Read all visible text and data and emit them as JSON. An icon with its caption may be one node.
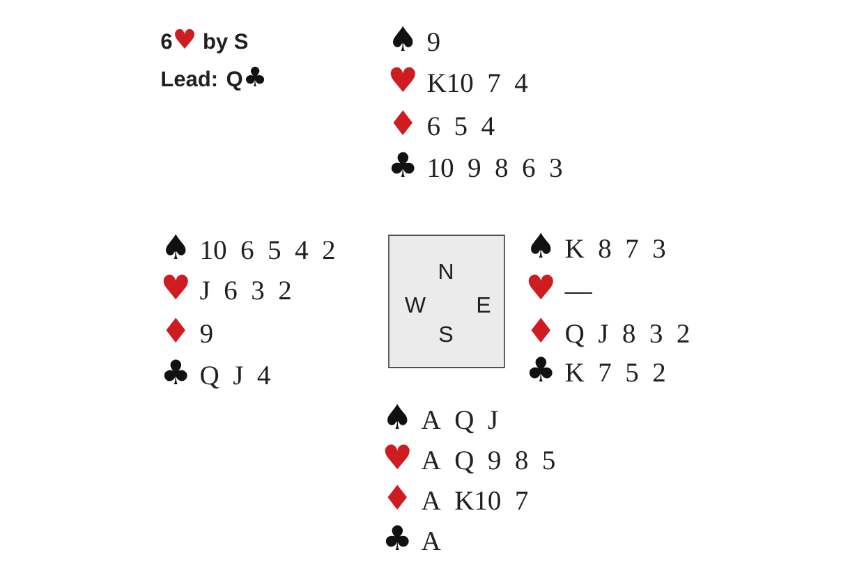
{
  "diagram": {
    "title": "6♥ by S",
    "nodes": [
      {
        "text": [
          "N",
          "W",
          "E",
          "S"
        ]
      }
    ],
    "labels": [
      "Lead: Q♣",
      "♠ 9",
      "♥ K10 7 4",
      "♦ 6 5 4",
      "♣ 10 9 8 6 3",
      "♠ 10 6 5 4 2",
      "♥ J 6 3 2",
      "♦ 9",
      "♣ Q J 4",
      "♠ K 8 7 3",
      "♥ —",
      "♦ Q J 8 3 2",
      "♣ K 7 5 2",
      "♠ A Q J",
      "♥ A Q 9 8 5",
      "♦ A K10 7",
      "♣ A"
    ]
  }
}
